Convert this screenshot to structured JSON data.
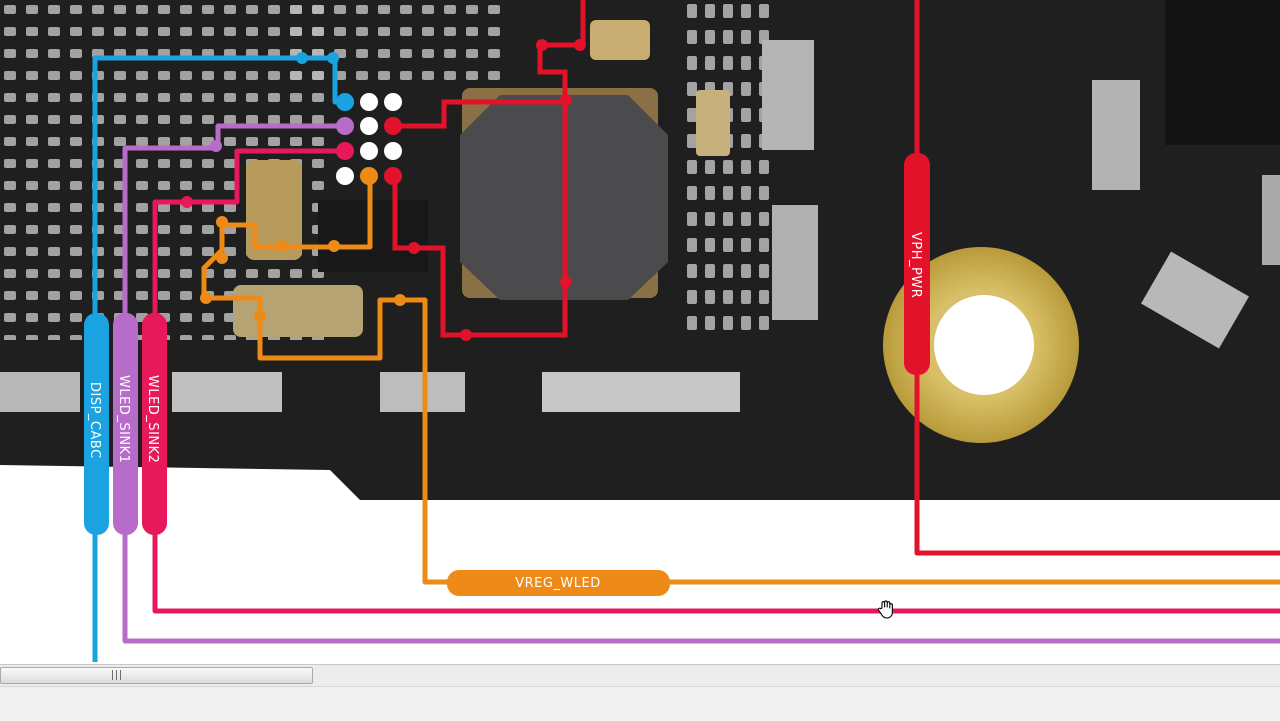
{
  "viewer": {
    "title": "PCB schematic viewer",
    "board_color": "#1f1f1f",
    "background_color": "#ffffff"
  },
  "nets": {
    "disp_cabc": {
      "label": "DISP_CABC",
      "color": "#1aa3e0"
    },
    "wled_sink1": {
      "label": "WLED_SINK1",
      "color": "#b86cc9"
    },
    "wled_sink2": {
      "label": "WLED_SINK2",
      "color": "#e8195b"
    },
    "vph_pwr": {
      "label": "VPH_PWR",
      "color": "#e3122b"
    },
    "vreg_wled": {
      "label": "VREG_WLED",
      "color": "#ee8a17"
    }
  },
  "icons": {
    "cursor": "hand-cursor-icon",
    "scroll_grip": "grip-lines-icon"
  }
}
